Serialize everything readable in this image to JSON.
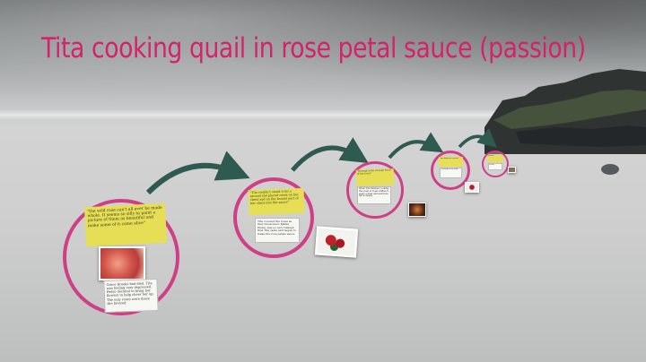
{
  "slide": {
    "title": "Tita cooking quail in rose petal sauce (passion)"
  },
  "frames": [
    {
      "yellow_note": "\"the wild rose can't all ever be made whole. It seems so silly to paint a picture of them as beautiful and make some of it come alive\"",
      "white_note": "Grace Brooks had died. Tita was feeling very depressed. Pedro decided to bring her flowers to help cheer her up. The only roses were those she favored"
    },
    {
      "yellow_note": "\"Tita couldn't stand it for a second she placed roses on her chest and on the frontal part of her chest into the sauce\"",
      "white_note": "Tita covered the roses as they blossomed. Mama Elena, was so very relaxed that Tita came and began to make the rose petals sauce"
    },
    {
      "yellow_note": "\"through some strange force of her lover\"",
      "white_note": "When Tita finished cooking, the scent of roses drifted to every corner and everyone felt it deeply"
    },
    {
      "yellow_note": "\"one thing was certain\"",
      "white_note": "Everyone at the table"
    },
    {
      "yellow_note": "\"and then\"",
      "white_note": "the end"
    }
  ],
  "colors": {
    "title": "#d4236a",
    "circle_border": "#cf3f86",
    "arrow": "#2f5a50",
    "note_yellow": "#e6df55"
  }
}
